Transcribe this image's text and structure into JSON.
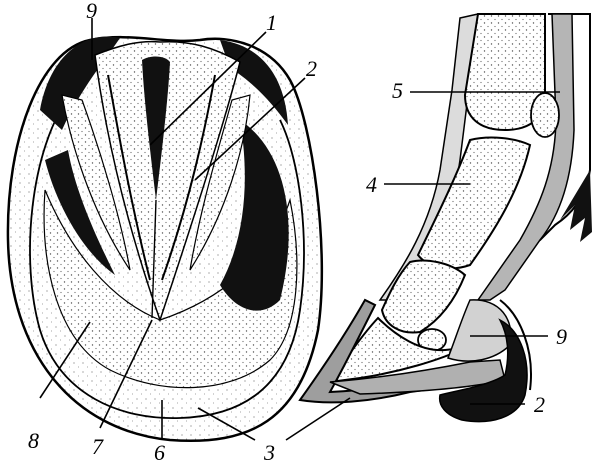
{
  "hoof_sole_view": {
    "labels": {
      "l1": "1",
      "l2": "2",
      "l3": "3",
      "l6": "6",
      "l7": "7",
      "l8": "8",
      "l9": "9"
    }
  },
  "hoof_section_view": {
    "labels": {
      "l2": "2",
      "l4": "4",
      "l5": "5",
      "l9": "9"
    }
  }
}
